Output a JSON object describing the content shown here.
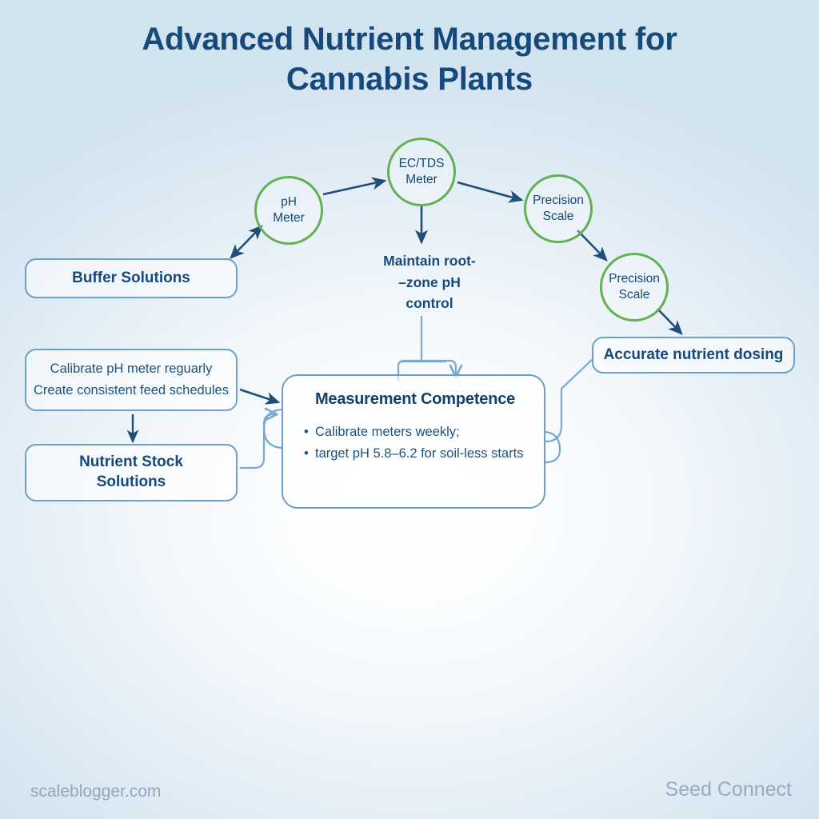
{
  "title": {
    "line1": "Advanced Nutrient Management for",
    "line2": "Cannabis Plants"
  },
  "colors": {
    "title_blue": "#164a7d",
    "circle_green": "#64b054",
    "box_border_blue": "#6d9fc8",
    "arrow_navy": "#1f4e79",
    "connector_blue": "#7aa8ce",
    "watermark_gray": "#8ba2b5"
  },
  "nodes": {
    "ph_meter": {
      "line1": "pH",
      "line2": "Meter"
    },
    "ec_tds_meter": {
      "line1": "EC/TDS",
      "line2": "Meter"
    },
    "precision_scale_1": {
      "line1": "Precision",
      "line2": "Scale"
    },
    "precision_scale_2": {
      "line1": "Precision",
      "line2": "Scale"
    }
  },
  "boxes": {
    "buffer_solutions": {
      "label": "Buffer Solutions"
    },
    "practices": {
      "line1": "Calibrate pH meter reguarly",
      "line2": "Create consistent feed schedules"
    },
    "nutrient_stock": {
      "line1": "Nutrient Stock",
      "line2": "Solutions"
    },
    "accurate_dosing": {
      "label": "Accurate nutrient dosing"
    }
  },
  "mid_label": {
    "line1": "Maintain root-",
    "line2": "–zone pH",
    "line3": "control"
  },
  "card": {
    "heading": "Measurement Competence",
    "bullets": [
      "Calibrate meters weekly;",
      "target pH 5.8–6.2 for soil-less starts"
    ]
  },
  "footer": {
    "left": "scaleblogger.com",
    "right": "Seed Connect"
  }
}
